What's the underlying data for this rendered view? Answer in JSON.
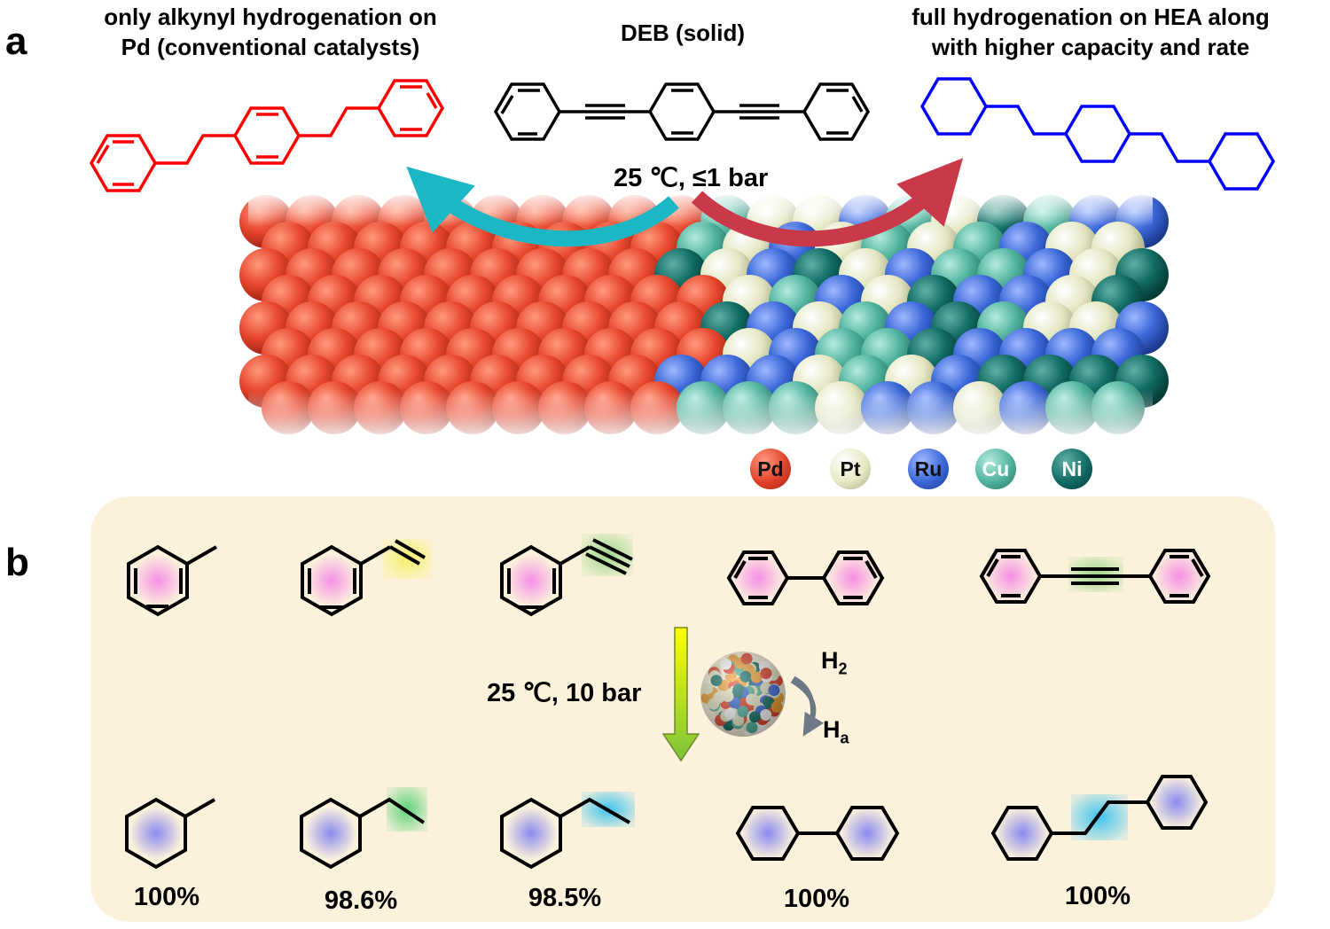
{
  "panel_a": {
    "label": "a",
    "left_caption_line1": "only alkynyl hydrogenation on",
    "left_caption_line2": "Pd (conventional catalysts)",
    "center_caption": "DEB (solid)",
    "right_caption_line1": "full hydrogenation on HEA along",
    "right_caption_line2": "with higher capacity and rate",
    "condition": "25 ℃, ≤1 bar",
    "legend": [
      {
        "symbol": "Pd",
        "color": "#e2412a"
      },
      {
        "symbol": "Pt",
        "color": "#e6e9c4"
      },
      {
        "symbol": "Ru",
        "color": "#3a67d8"
      },
      {
        "symbol": "Cu",
        "color": "#4fb29d"
      },
      {
        "symbol": "Ni",
        "color": "#106b63"
      }
    ],
    "colors": {
      "partial_product": "#ff0000",
      "full_product": "#0000ff",
      "left_arrow": "#1bb7c4",
      "right_arrow": "#c9394a"
    }
  },
  "panel_b": {
    "label": "b",
    "condition": "25 ℃, 10 bar",
    "h2_label": "H",
    "h2_subscript": "2",
    "ha_label": "H",
    "ha_subscript": "a",
    "yields": [
      "100%",
      "98.6%",
      "98.5%",
      "100%",
      "100%"
    ],
    "colors": {
      "background": "#fcf2dc",
      "aromatic_highlight": "#f58fe6",
      "saturated_highlight": "#8a8aef"
    }
  }
}
